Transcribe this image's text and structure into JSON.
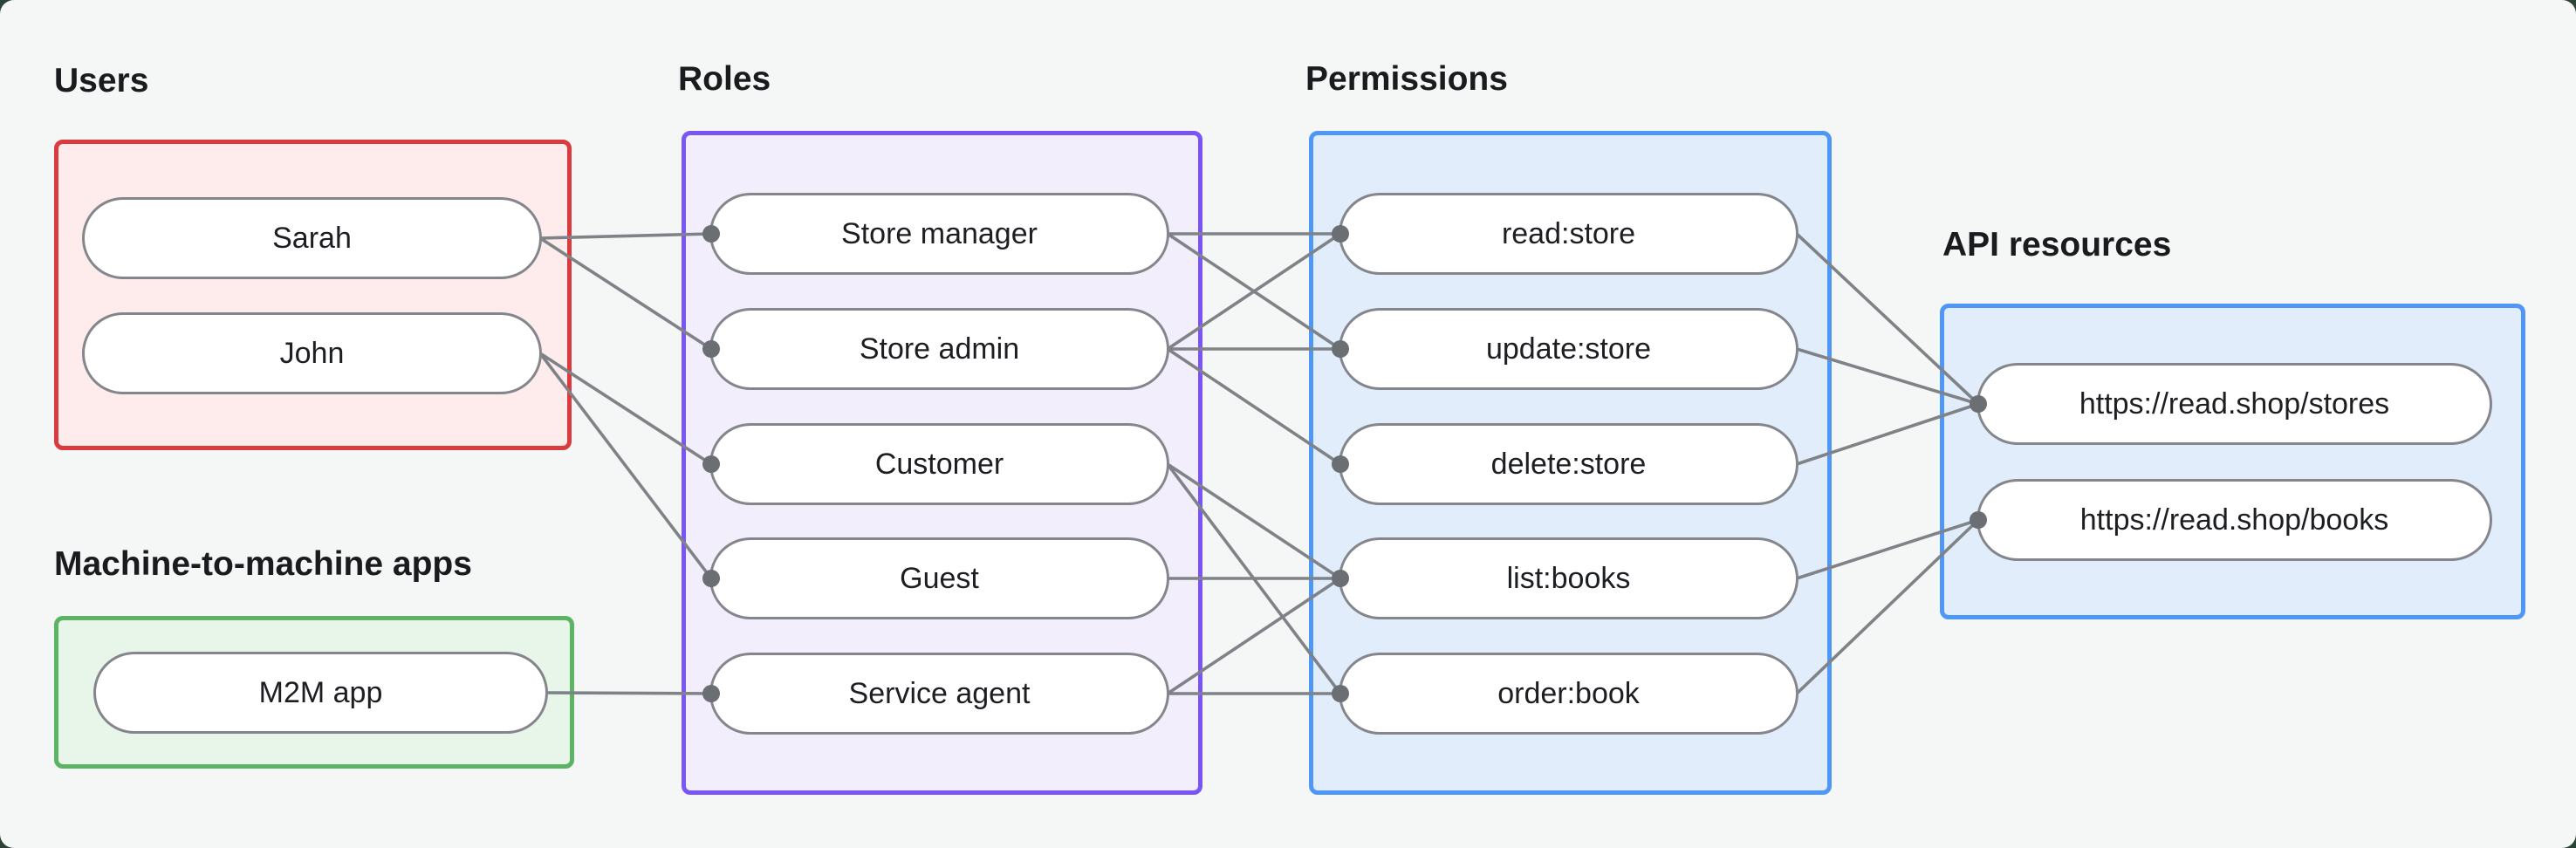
{
  "page": {
    "background": "#f4f7f5",
    "backdrop": "#2c4437"
  },
  "groups": [
    {
      "id": "users",
      "label": "Users",
      "border": "#d93b3e",
      "fill": "#fdeceb"
    },
    {
      "id": "m2m",
      "label": "Machine-to-machine apps",
      "border": "#5cb363",
      "fill": "#e8f5e9"
    },
    {
      "id": "roles",
      "label": "Roles",
      "border": "#7a55f6",
      "fill": "#f3eefc"
    },
    {
      "id": "permissions",
      "label": "Permissions",
      "border": "#4f97f6",
      "fill": "#e1edfb"
    },
    {
      "id": "api",
      "label": "API resources",
      "border": "#4f97f6",
      "fill": "#e1edfb"
    }
  ],
  "nodes": [
    {
      "id": "sarah",
      "group": "users",
      "label": "Sarah"
    },
    {
      "id": "john",
      "group": "users",
      "label": "John"
    },
    {
      "id": "m2m-app",
      "group": "m2m",
      "label": "M2M app"
    },
    {
      "id": "store-manager",
      "group": "roles",
      "label": "Store manager"
    },
    {
      "id": "store-admin",
      "group": "roles",
      "label": "Store admin"
    },
    {
      "id": "customer",
      "group": "roles",
      "label": "Customer"
    },
    {
      "id": "guest",
      "group": "roles",
      "label": "Guest"
    },
    {
      "id": "service-agent",
      "group": "roles",
      "label": "Service agent"
    },
    {
      "id": "read-store",
      "group": "permissions",
      "label": "read:store"
    },
    {
      "id": "update-store",
      "group": "permissions",
      "label": "update:store"
    },
    {
      "id": "delete-store",
      "group": "permissions",
      "label": "delete:store"
    },
    {
      "id": "list-books",
      "group": "permissions",
      "label": "list:books"
    },
    {
      "id": "order-book",
      "group": "permissions",
      "label": "order:book"
    },
    {
      "id": "res-stores",
      "group": "api",
      "label": "https://read.shop/stores"
    },
    {
      "id": "res-books",
      "group": "api",
      "label": "https://read.shop/books"
    }
  ],
  "edges": [
    {
      "from": "sarah",
      "to": "store-manager"
    },
    {
      "from": "sarah",
      "to": "store-admin"
    },
    {
      "from": "john",
      "to": "customer"
    },
    {
      "from": "john",
      "to": "guest"
    },
    {
      "from": "m2m-app",
      "to": "service-agent"
    },
    {
      "from": "store-manager",
      "to": "read-store"
    },
    {
      "from": "store-manager",
      "to": "update-store"
    },
    {
      "from": "store-admin",
      "to": "read-store"
    },
    {
      "from": "store-admin",
      "to": "update-store"
    },
    {
      "from": "store-admin",
      "to": "delete-store"
    },
    {
      "from": "customer",
      "to": "list-books"
    },
    {
      "from": "customer",
      "to": "order-book"
    },
    {
      "from": "guest",
      "to": "list-books"
    },
    {
      "from": "service-agent",
      "to": "list-books"
    },
    {
      "from": "service-agent",
      "to": "order-book"
    },
    {
      "from": "read-store",
      "to": "res-stores"
    },
    {
      "from": "update-store",
      "to": "res-stores"
    },
    {
      "from": "delete-store",
      "to": "res-stores"
    },
    {
      "from": "list-books",
      "to": "res-books"
    },
    {
      "from": "order-book",
      "to": "res-books"
    }
  ],
  "edge_style": {
    "line_color": "#7f8287",
    "line_width": 3.6,
    "dot_color": "#6b6e73",
    "dot_radius": 10
  }
}
